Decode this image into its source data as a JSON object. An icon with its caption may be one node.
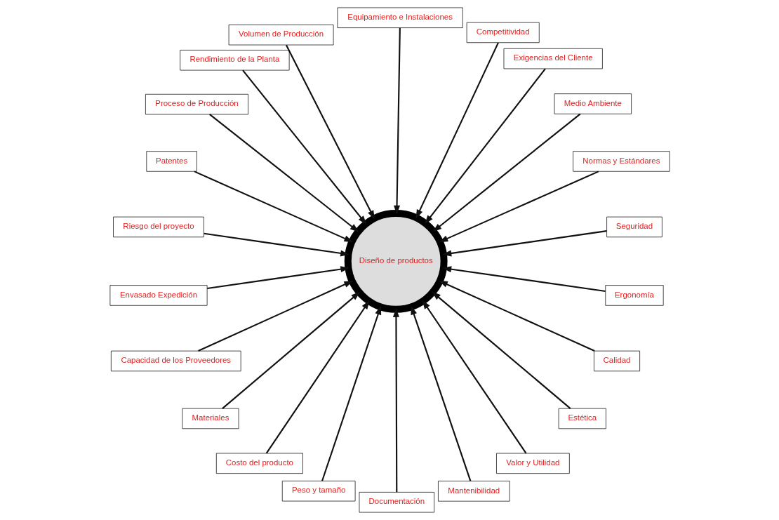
{
  "diagram": {
    "nodes": [
      {
        "text": [
          "Seguridad"
        ]
      },
      {
        "text": [
          "Normas y Estándares"
        ]
      },
      {
        "text": [
          "Medio Ambiente"
        ]
      },
      {
        "text": [
          "Exigencias del Cliente"
        ]
      },
      {
        "text": [
          "Competitividad"
        ]
      },
      {
        "text": [
          "Ergonomía"
        ]
      },
      {
        "text": [
          "Equipamiento e Instalaciones"
        ]
      },
      {
        "text": [
          "Calidad"
        ]
      },
      {
        "text": [
          "Volumen de Producción"
        ]
      },
      {
        "text": [
          "Estética"
        ]
      },
      {
        "text": [
          "Rendimiento de la Planta"
        ]
      },
      {
        "text": [
          "Valor y Utilidad"
        ]
      },
      {
        "text": [
          "Proceso de Producción"
        ]
      },
      {
        "text": [
          "Mantenibilidad"
        ]
      },
      {
        "text": [
          "Patentes"
        ]
      },
      {
        "text": [
          "Documentación"
        ]
      },
      {
        "text": [
          "Riesgo del proyecto"
        ]
      },
      {
        "text": [
          "Peso y tamaño"
        ]
      },
      {
        "text": [
          "Costo del producto"
        ]
      },
      {
        "text": [
          "Materiales"
        ]
      },
      {
        "text": [
          "Capacidad de los Proveedores"
        ]
      },
      {
        "text": [
          "Envasado Expedición"
        ]
      },
      {
        "text": [
          "Diseño de productos"
        ]
      }
    ],
    "edges": [
      {
        "from": 0,
        "to": 22,
        "arrow": "to"
      },
      {
        "from": 1,
        "to": 22,
        "arrow": "to"
      },
      {
        "from": 2,
        "to": 22,
        "arrow": "to"
      },
      {
        "from": 3,
        "to": 22,
        "arrow": "to"
      },
      {
        "from": 4,
        "to": 22,
        "arrow": "to"
      },
      {
        "from": 5,
        "to": 22,
        "arrow": "to"
      },
      {
        "from": 6,
        "to": 22,
        "arrow": "to"
      },
      {
        "from": 7,
        "to": 22,
        "arrow": "to"
      },
      {
        "from": 8,
        "to": 22,
        "arrow": "to"
      },
      {
        "from": 9,
        "to": 22,
        "arrow": "to"
      },
      {
        "from": 10,
        "to": 22,
        "arrow": "to"
      },
      {
        "from": 11,
        "to": 22,
        "arrow": "to"
      },
      {
        "from": 12,
        "to": 22,
        "arrow": "to"
      },
      {
        "from": 13,
        "to": 22,
        "arrow": "to"
      },
      {
        "from": 14,
        "to": 22,
        "arrow": "to"
      },
      {
        "from": 15,
        "to": 22,
        "arrow": "to"
      },
      {
        "from": 16,
        "to": 22,
        "arrow": "to"
      },
      {
        "from": 17,
        "to": 22,
        "arrow": "to"
      },
      {
        "from": 18,
        "to": 22,
        "arrow": "to"
      },
      {
        "from": 19,
        "to": 22,
        "arrow": "to"
      },
      {
        "from": 20,
        "to": 22,
        "arrow": "to"
      },
      {
        "from": 21,
        "to": 22,
        "arrow": "to"
      }
    ]
  }
}
